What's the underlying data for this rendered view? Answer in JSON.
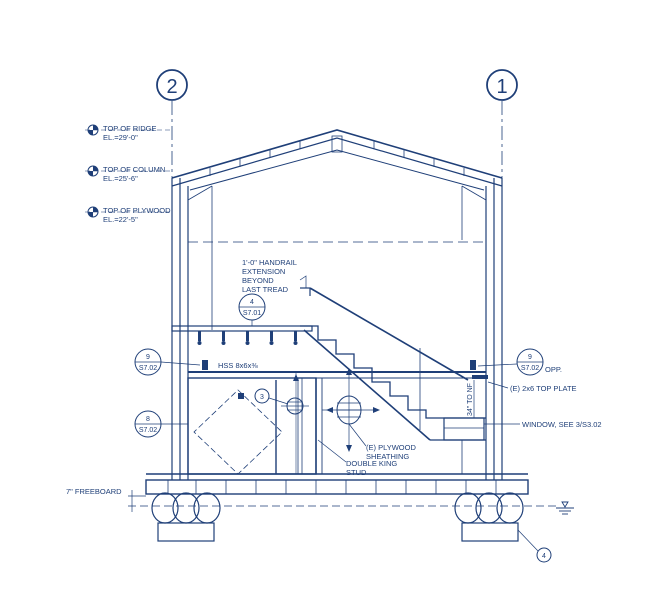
{
  "grid": {
    "left": "2",
    "right": "1"
  },
  "elevations": [
    {
      "name": "TOP OF RIDGE",
      "value": "EL.=29'-0\""
    },
    {
      "name": "TOP OF COLUMN",
      "value": "EL.=25'-6\""
    },
    {
      "name": "TOP OF PLYWOOD",
      "value": "EL.=22'-5\""
    }
  ],
  "callouts": {
    "handrail": [
      "1'-0\" HANDRAIL",
      "EXTENSION",
      "BEYOND",
      "LAST TREAD"
    ],
    "detail_top": {
      "num": "4",
      "sheet": "S7.01"
    },
    "detail_left_upper": {
      "num": "9",
      "sheet": "S7.02"
    },
    "detail_left_lower": {
      "num": "8",
      "sheet": "S7.02"
    },
    "detail_right": {
      "num": "9",
      "sheet": "S7.02"
    },
    "opp": "OPP.",
    "hss": "HSS 8x6x⅜",
    "top_plate": "(E) 2x6 TOP PLATE",
    "dimension": "34\" TO NF",
    "window": "WINDOW, SEE 3/S3.02",
    "plywood": [
      "(E) PLYWOOD",
      "SHEATHING"
    ],
    "stud": [
      "DOUBLE KING",
      "STUD"
    ],
    "detail_3": "3",
    "detail_4": "4",
    "freeboard": "7\" FREEBOARD"
  },
  "colors": {
    "line": "#1f3f78",
    "background": "#ffffff"
  }
}
